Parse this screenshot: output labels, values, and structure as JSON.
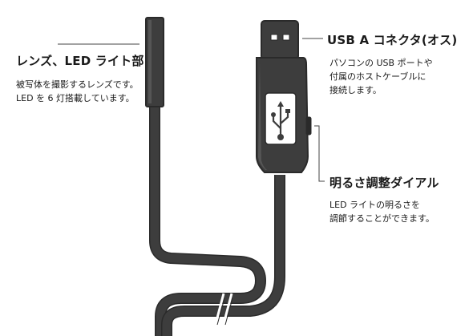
{
  "colors": {
    "device": "#3d3d3d",
    "outline": "#2a2a2a",
    "slot": "#ffffff",
    "leader": "#444444",
    "text": "#1a1a1a"
  },
  "callouts": {
    "lens": {
      "title": "レンズ、LED ライト部",
      "desc_line1": "被写体を撮影するレンズです。",
      "desc_line2": "LED を 6 灯搭載しています。"
    },
    "usb": {
      "title": "USB A コネクタ(オス)",
      "desc_line1": "パソコンの USB ポートや",
      "desc_line2": "付属のホストケーブルに",
      "desc_line3": "接続します。"
    },
    "dial": {
      "title": "明るさ調整ダイアル",
      "desc_line1": "LED ライトの明るさを",
      "desc_line2": "調節することができます。"
    }
  },
  "icons": {
    "usb_logo": "usb-symbol-icon"
  }
}
